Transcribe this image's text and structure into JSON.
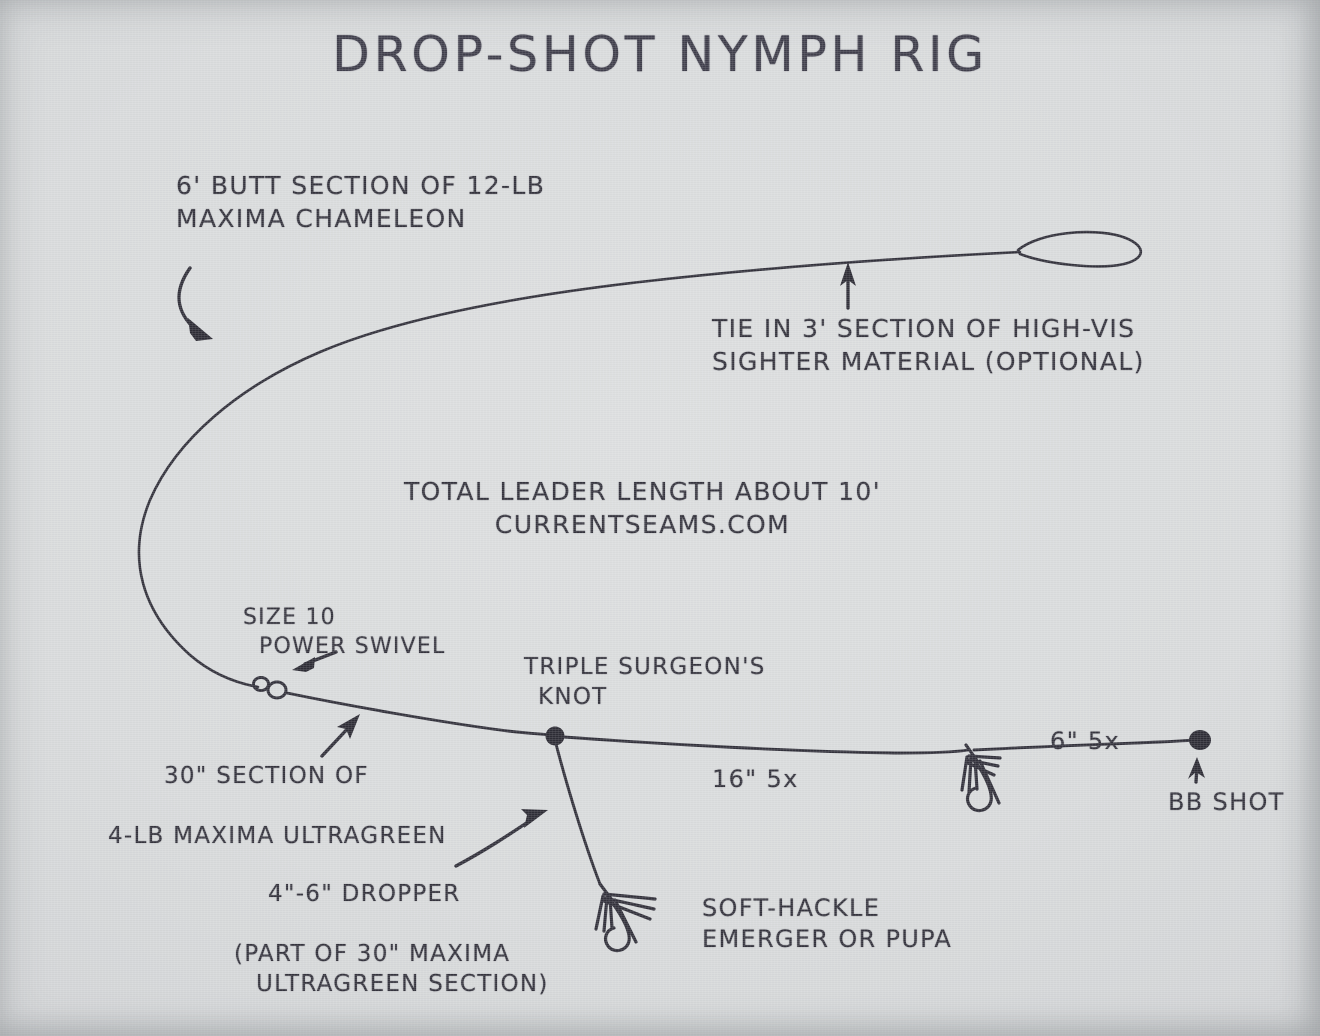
{
  "document": {
    "kind": "hand-drawn-diagram",
    "title": "DROP-SHOT NYMPH RIG",
    "paper_color": "#d8dadb",
    "ink_color": "#33323c"
  },
  "annotations": {
    "butt_section_line1": "6' BUTT SECTION OF 12-LB",
    "butt_section_line2": "MAXIMA CHAMELEON",
    "sighter_line1": "TIE IN 3' SECTION OF HIGH-VIS",
    "sighter_line2": "SIGHTER MATERIAL (OPTIONAL)",
    "total_length_line1": "TOTAL LEADER LENGTH ABOUT 10'",
    "total_length_line2": "CURRENTSEAMS.COM",
    "swivel_line1": "SIZE 10",
    "swivel_line2": "POWER SWIVEL",
    "surgeons_knot_line1": "TRIPLE SURGEON'S",
    "surgeons_knot_line2": "KNOT",
    "ultragreen_line1": "30\" SECTION OF",
    "ultragreen_line2": "4-LB MAXIMA ULTRAGREEN",
    "tippet_16": "16\" 5x",
    "tippet_6": "6\" 5x",
    "bb_shot": "BB SHOT",
    "dropper_line1": "4\"-6\" DROPPER",
    "dropper_line2": "(PART OF 30\" MAXIMA",
    "dropper_line3": "ULTRAGREEN SECTION)",
    "fly_line1": "SOFT-HACKLE",
    "fly_line2": "EMERGER OR PUPA"
  },
  "components": [
    {
      "name": "perfection-loop",
      "label": "loop at butt end"
    },
    {
      "name": "butt-section",
      "label": "6' 12-lb Maxima Chameleon"
    },
    {
      "name": "sighter-section",
      "label": "3' high-vis sighter (optional)"
    },
    {
      "name": "power-swivel",
      "label": "size 10 power swivel"
    },
    {
      "name": "ultragreen-section",
      "label": "30\" 4-lb Maxima Ultragreen"
    },
    {
      "name": "triple-surgeons-knot",
      "label": "triple surgeon's knot"
    },
    {
      "name": "dropper-tag",
      "label": "4\"-6\" dropper"
    },
    {
      "name": "dropper-fly",
      "label": "soft-hackle emerger or pupa"
    },
    {
      "name": "point-fly",
      "label": "soft-hackle emerger or pupa"
    },
    {
      "name": "tippet-16in",
      "label": "16\" 5x"
    },
    {
      "name": "tippet-6in",
      "label": "6\" 5x"
    },
    {
      "name": "bb-shot",
      "label": "BB shot"
    }
  ]
}
